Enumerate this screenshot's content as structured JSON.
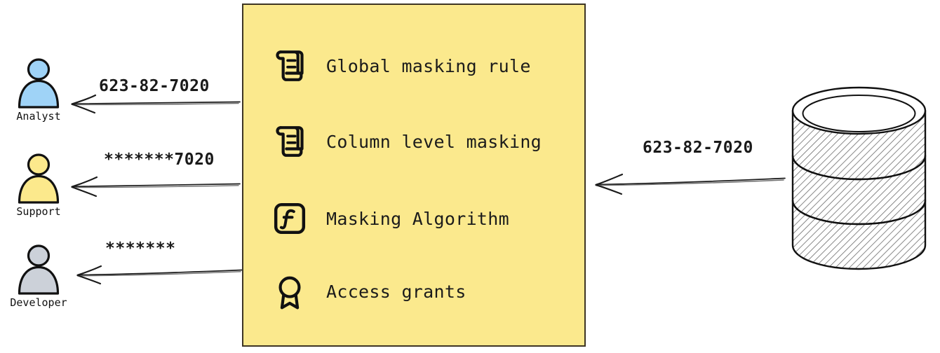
{
  "diagram": {
    "title": "data-masking-flow",
    "background": "#ffffff"
  },
  "actors": [
    {
      "id": "analyst",
      "label": "Analyst",
      "color": "#9fd3f7",
      "icon": "person-icon",
      "revealed_value": "623-82-7020",
      "arrow_label": "623-82-7020"
    },
    {
      "id": "support",
      "label": "Support",
      "color": "#fce98c",
      "icon": "person-icon",
      "revealed_value": "*******7020",
      "arrow_label": "*******7020"
    },
    {
      "id": "developer",
      "label": "Developer",
      "color": "#ccd1d9",
      "icon": "person-icon",
      "revealed_value": "*******",
      "arrow_label": "*******"
    }
  ],
  "policy_box": {
    "fill": "#fbe98d",
    "border": "#3d3524",
    "items": [
      {
        "icon": "scroll-icon",
        "label": "Global masking rule"
      },
      {
        "icon": "scroll-icon",
        "label": "Column level masking"
      },
      {
        "icon": "function-icon",
        "label": "Masking Algorithm"
      },
      {
        "icon": "award-ribbon-icon",
        "label": "Access grants"
      }
    ]
  },
  "source": {
    "icon": "database-cylinder-icon",
    "arrow_label": "623-82-7020"
  }
}
